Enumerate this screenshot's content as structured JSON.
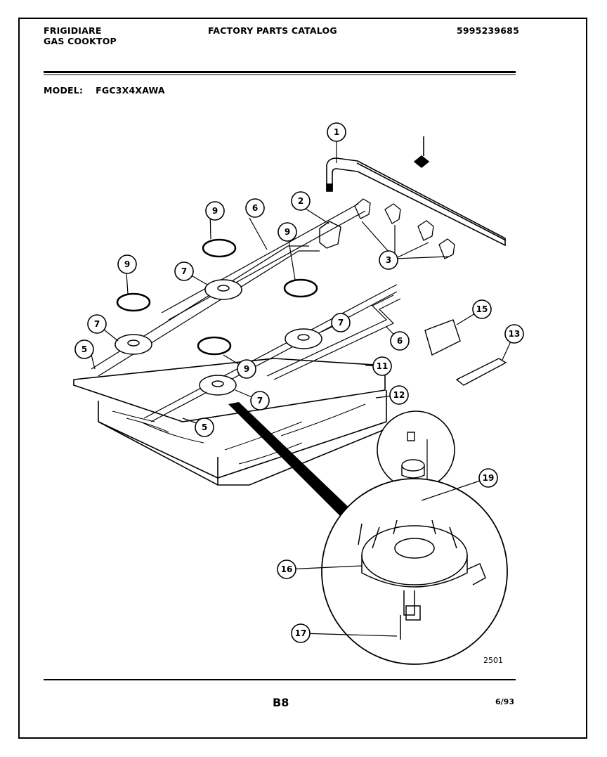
{
  "header": {
    "brand": "FRIGIDIARE",
    "product": "GAS COOKTOP",
    "catalog_title": "FACTORY PARTS CATALOG",
    "catalog_number": "5995239685",
    "model_label": "MODEL:",
    "model_value": "FGC3X4XAWA"
  },
  "diagram": {
    "callouts": [
      "1",
      "2",
      "3",
      "5",
      "6",
      "7",
      "9",
      "11",
      "12",
      "13",
      "15",
      "16",
      "17",
      "19"
    ],
    "drawing_number": "2501"
  },
  "footer": {
    "page": "B8",
    "date": "6/93"
  }
}
